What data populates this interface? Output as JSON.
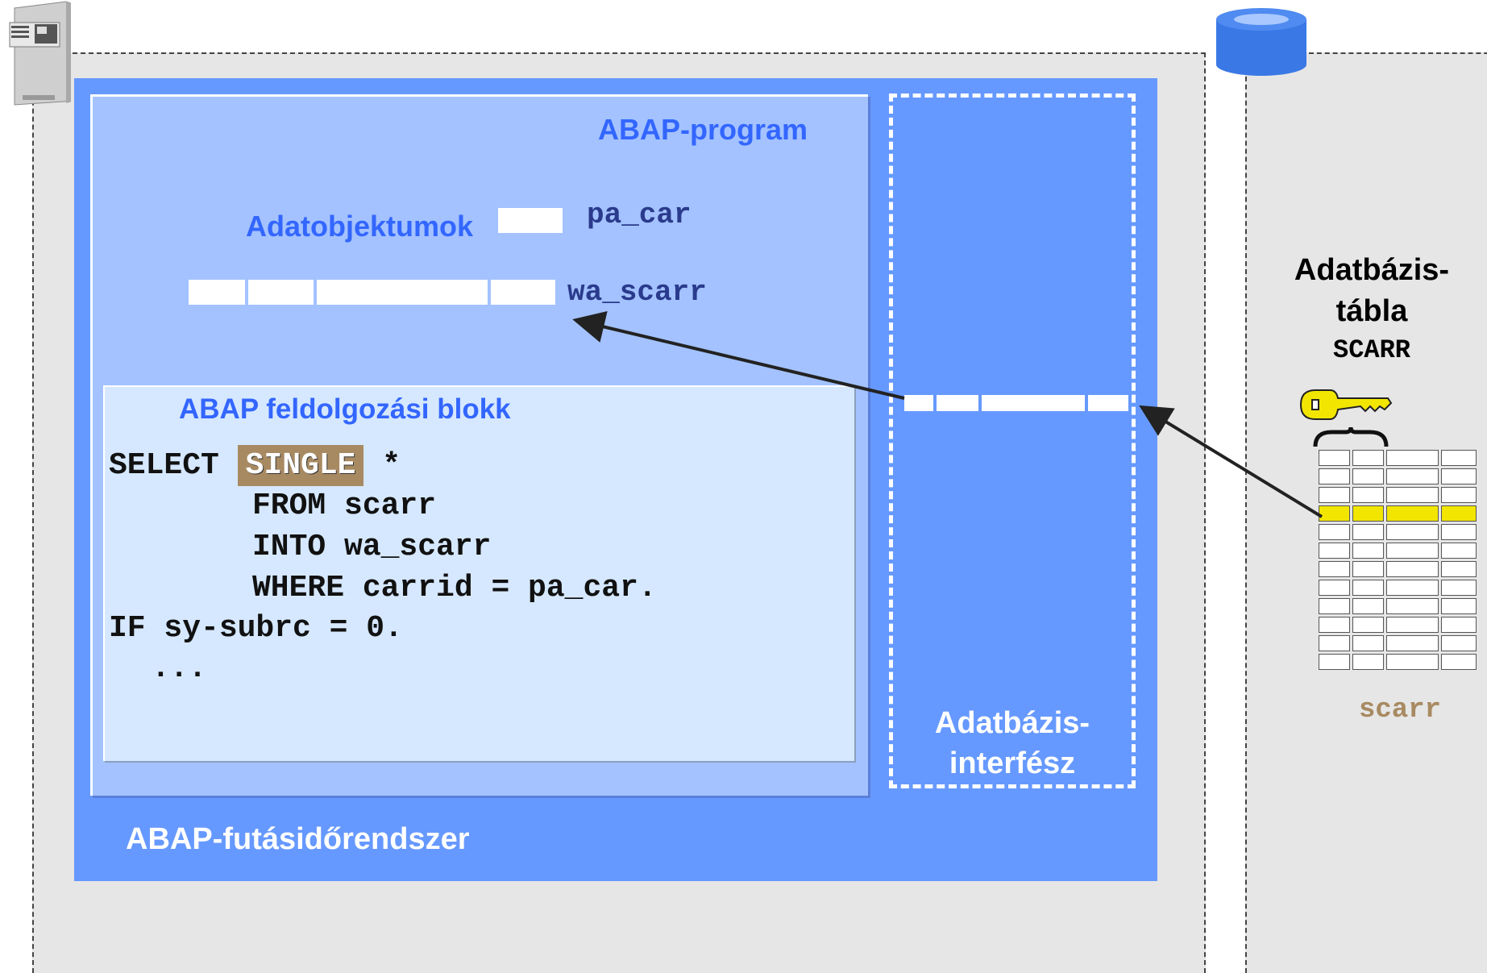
{
  "labels": {
    "runtime": "ABAP-futásidőrendszer",
    "program": "ABAP-program",
    "data_objects": "Adatobjektumok",
    "pa_car": "pa_car",
    "wa_scarr": "wa_scarr",
    "processing_block": "ABAP feldolgozási blokk",
    "db_interface_line1": "Adatbázis-",
    "db_interface_line2": "interfész",
    "db_table_line1": "Adatbázis-",
    "db_table_line2": "tábla",
    "db_table_name": "SCARR",
    "scarr_lower": "scarr"
  },
  "code": {
    "l1_select": "SELECT ",
    "l1_single": "SINGLE",
    "l1_star": " *",
    "l2": "FROM scarr",
    "l3": "INTO wa_scarr",
    "l4": "WHERE carrid = pa_car.",
    "l5": "IF sy-subrc = 0.",
    "l6": "..."
  },
  "colors": {
    "runtime": "#6699ff",
    "program": "#a3c2ff",
    "block": "#d6e8ff",
    "single_highlight": "#a88a62",
    "key": "#f2e600",
    "selected_row": "#f2e600",
    "scarr_label": "#a88a62"
  },
  "icons": [
    "server-icon",
    "database-icon",
    "key-icon"
  ]
}
